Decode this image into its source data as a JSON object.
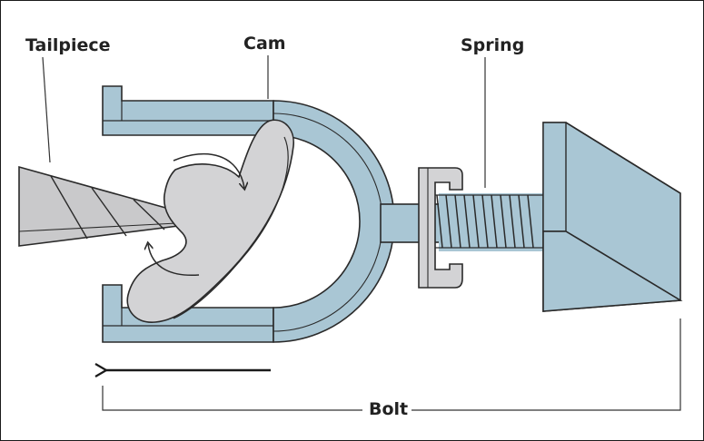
{
  "labels": {
    "tailpiece": "Tailpiece",
    "cam": "Cam",
    "spring": "Spring",
    "bolt": "Bolt"
  },
  "colors": {
    "bolt_fill": "#a9c6d4",
    "cam_fill": "#d3d3d5",
    "tailpiece_fill": "#c9c9cb",
    "outline": "#2a2a2a",
    "text": "#222222",
    "background": "#ffffff"
  },
  "arrows": {
    "motion_direction": "left",
    "cam_rotation": "clockwise"
  }
}
